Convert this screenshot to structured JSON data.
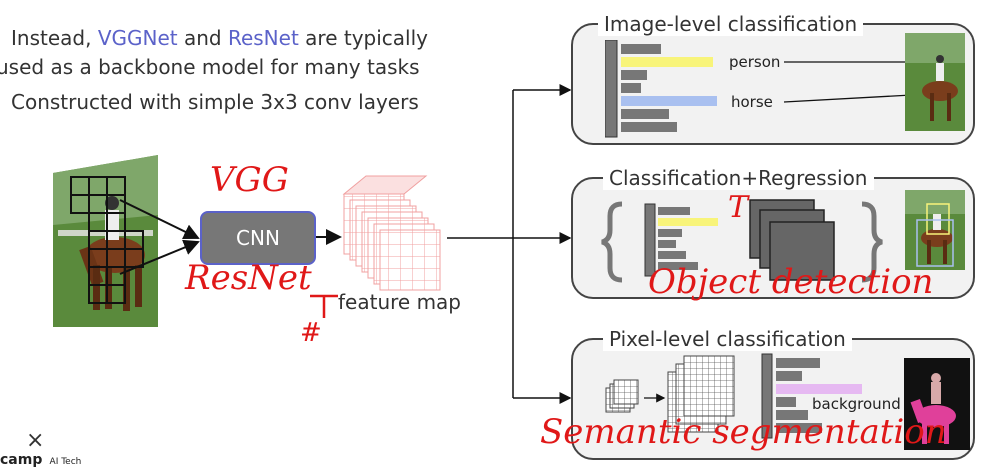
{
  "bullets": {
    "line1_prefix": "Instead, ",
    "vgg": "VGGNet",
    "and": " and ",
    "resnet": "ResNet",
    "line1_suffix": " are typically",
    "line2": "used as a backbone model for many tasks",
    "line3": "Constructed with simple 3x3 conv layers"
  },
  "cnn_label": "CNN",
  "feature_map_label": "feature map",
  "panels": {
    "image_level": {
      "title": "Image-level classification",
      "label_person": "person",
      "label_horse": "horse"
    },
    "class_reg": {
      "title": "Classification+Regression"
    },
    "pixel_level": {
      "title": "Pixel-level classification",
      "label_background": "background"
    }
  },
  "annotations": {
    "vgg": "VGG",
    "resnet": "ResNet",
    "object_detection": "Object detection",
    "semantic_segmentation": "Semantic segmentation",
    "t_mark": "T",
    "hash": "#"
  },
  "footer": {
    "brand": "camp",
    "brand_sub": "AI Tech",
    "close": "×"
  },
  "colors": {
    "accent": "#5b62c9",
    "ink": "#e01818",
    "bar_yellow": "#f8f47a",
    "bar_blue": "#a9c0f0",
    "bar_pink": "#e6b9f2"
  }
}
